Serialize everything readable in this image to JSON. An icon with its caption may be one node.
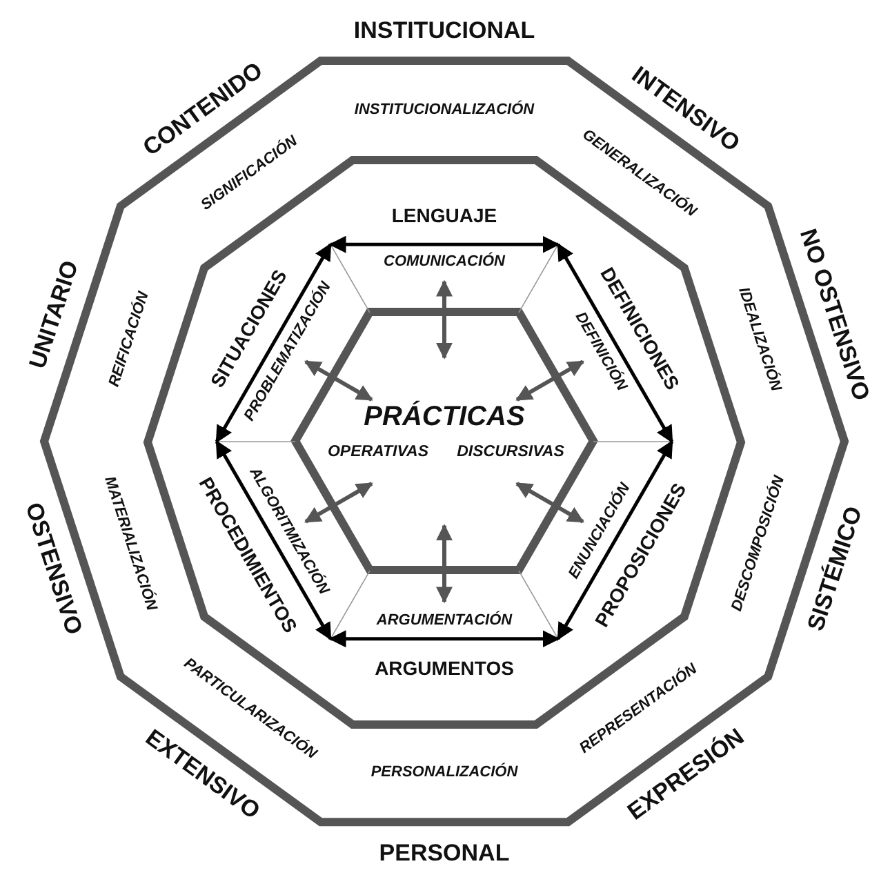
{
  "diagram": {
    "nodes": [
      {
        "text": [
          "INSTITUCIONALIZACIÓN",
          "GENERALIZACIÓN",
          "IDEALIZACIÓN",
          "DESCOMPOSICIÓN",
          "REPRESENTACIÓN",
          "PERSONALIZACIÓN",
          "PARTICULARIZACIÓN",
          "MATERIALIZACIÓN",
          "REIFICACIÓN",
          "SIGNIFICACIÓN"
        ],
        "beside": [
          "INSTITUCIONAL",
          "INTENSIVO",
          "NO OSTENSIVO",
          "SISTÉMICO",
          "EXPRESIÓN",
          "PERSONAL",
          "EXTENSIVO",
          "OSTENSIVO",
          "UNITARIO",
          "CONTENIDO"
        ]
      },
      {
        "text": [
          "LENGUAJE",
          "DEFINICIONES",
          "PROPOSICIONES",
          "ARGUMENTOS",
          "PROCEDIMIENTOS",
          "SITUACIONES"
        ],
        "in": 0
      },
      {
        "text": [
          "PRÁCTICAS",
          "OPERATIVAS",
          "DISCURSIVAS"
        ],
        "in": 1
      }
    ],
    "edges": [
      {
        "from": 2,
        "to": null,
        "arrow": "both",
        "label": "COMUNICACIÓN"
      },
      {
        "from": 2,
        "to": null,
        "arrow": "both",
        "label": "DEFINICIÓN"
      },
      {
        "from": 2,
        "to": null,
        "arrow": "both",
        "label": "ENUNCIACIÓN"
      },
      {
        "from": 2,
        "to": null,
        "arrow": "both",
        "label": "ARGUMENTACIÓN"
      },
      {
        "from": 2,
        "to": null,
        "arrow": "both",
        "label": "ALGORITMIZACIÓN"
      },
      {
        "from": 2,
        "to": null,
        "arrow": "both",
        "label": "PROBLEMATIZACIÓN"
      }
    ]
  }
}
